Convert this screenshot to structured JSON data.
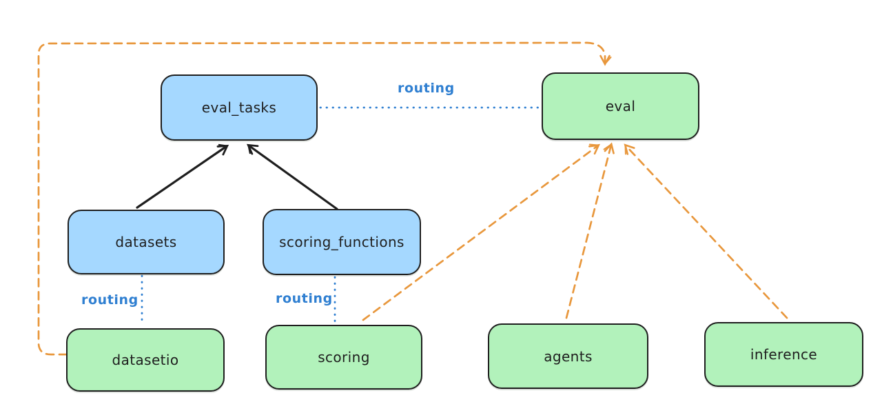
{
  "diagram": {
    "background": "#ffffff",
    "colors": {
      "node_blue": "#a5d8ff",
      "node_green": "#b2f2bb",
      "outline": "#1e1e1e",
      "routing_blue": "#2f7fd1",
      "provider_orange": "#e8973c"
    },
    "nodes": [
      {
        "id": "eval_tasks",
        "label": "eval_tasks",
        "color_role": "blue"
      },
      {
        "id": "eval",
        "label": "eval",
        "color_role": "green"
      },
      {
        "id": "datasets",
        "label": "datasets",
        "color_role": "blue"
      },
      {
        "id": "scoring_functions",
        "label": "scoring_functions",
        "color_role": "blue"
      },
      {
        "id": "datasetio",
        "label": "datasetio",
        "color_role": "green"
      },
      {
        "id": "scoring",
        "label": "scoring",
        "color_role": "green"
      },
      {
        "id": "agents",
        "label": "agents",
        "color_role": "green"
      },
      {
        "id": "inference",
        "label": "inference",
        "color_role": "green"
      }
    ],
    "edges": [
      {
        "from": "datasets",
        "to": "eval_tasks",
        "style": "solid",
        "color": "#1e1e1e",
        "arrow": true,
        "label": ""
      },
      {
        "from": "scoring_functions",
        "to": "eval_tasks",
        "style": "solid",
        "color": "#1e1e1e",
        "arrow": true,
        "label": ""
      },
      {
        "from": "eval_tasks",
        "to": "eval",
        "style": "dotted",
        "color": "#2f7fd1",
        "arrow": false,
        "label": "routing"
      },
      {
        "from": "datasets",
        "to": "datasetio",
        "style": "dotted",
        "color": "#2f7fd1",
        "arrow": false,
        "label": "routing"
      },
      {
        "from": "scoring_functions",
        "to": "scoring",
        "style": "dotted",
        "color": "#2f7fd1",
        "arrow": false,
        "label": "routing"
      },
      {
        "from": "datasetio",
        "to": "eval",
        "style": "dashed",
        "color": "#e8973c",
        "arrow": true,
        "label": "",
        "route": "around-left-top"
      },
      {
        "from": "scoring",
        "to": "eval",
        "style": "dashed",
        "color": "#e8973c",
        "arrow": true,
        "label": ""
      },
      {
        "from": "agents",
        "to": "eval",
        "style": "dashed",
        "color": "#e8973c",
        "arrow": true,
        "label": ""
      },
      {
        "from": "inference",
        "to": "eval",
        "style": "dashed",
        "color": "#e8973c",
        "arrow": true,
        "label": ""
      }
    ]
  }
}
